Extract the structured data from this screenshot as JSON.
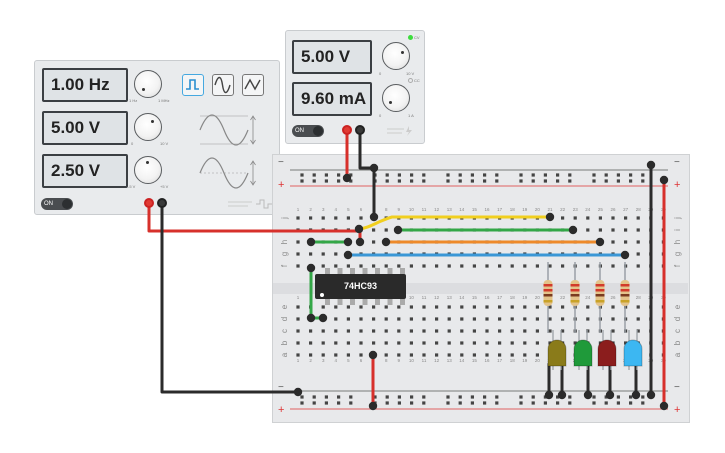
{
  "function_generator": {
    "frequency": "1.00 Hz",
    "amplitude": "5.00 V",
    "offset": "2.50 V",
    "freq_ticks": [
      "1 Hz",
      "1 MHz"
    ],
    "amp_ticks": [
      "0",
      "10 V"
    ],
    "offset_ticks": [
      "-5 V",
      "+5 V"
    ],
    "power_label": "ON",
    "waveforms": [
      "square",
      "sine",
      "triangle"
    ],
    "selected_waveform": "square"
  },
  "power_supply": {
    "voltage": "5.00 V",
    "current": "9.60 mA",
    "voltage_ticks": [
      "0",
      "10 V"
    ],
    "current_ticks": [
      "0",
      "1 A"
    ],
    "power_label": "ON",
    "indicators": [
      "CV",
      "CC"
    ]
  },
  "breadboard": {
    "chip_label": "74HC93",
    "column_numbers": [
      "1",
      "2",
      "3",
      "4",
      "5",
      "6",
      "7",
      "8",
      "9",
      "10",
      "11",
      "12",
      "13",
      "14",
      "15",
      "16",
      "17",
      "18",
      "19",
      "20",
      "21",
      "22",
      "23",
      "24",
      "25",
      "26",
      "27",
      "28",
      "29",
      "30"
    ],
    "row_letters_top": [
      "j",
      "i",
      "h",
      "g",
      "f"
    ],
    "row_letters_bottom": [
      "e",
      "d",
      "c",
      "b",
      "a"
    ],
    "rail_minus": "−",
    "rail_plus": "+"
  },
  "colors": {
    "wire_red": "#d7302b",
    "wire_black": "#2b2b2b",
    "wire_yellow": "#f1cf1f",
    "wire_green": "#33a747",
    "wire_orange": "#ee8a2a",
    "wire_blue": "#3a97d6",
    "led_yellow": "#8a7b1a",
    "led_green": "#1f9a3a",
    "led_red": "#8b1d1d",
    "led_blue": "#3cb7f2"
  }
}
